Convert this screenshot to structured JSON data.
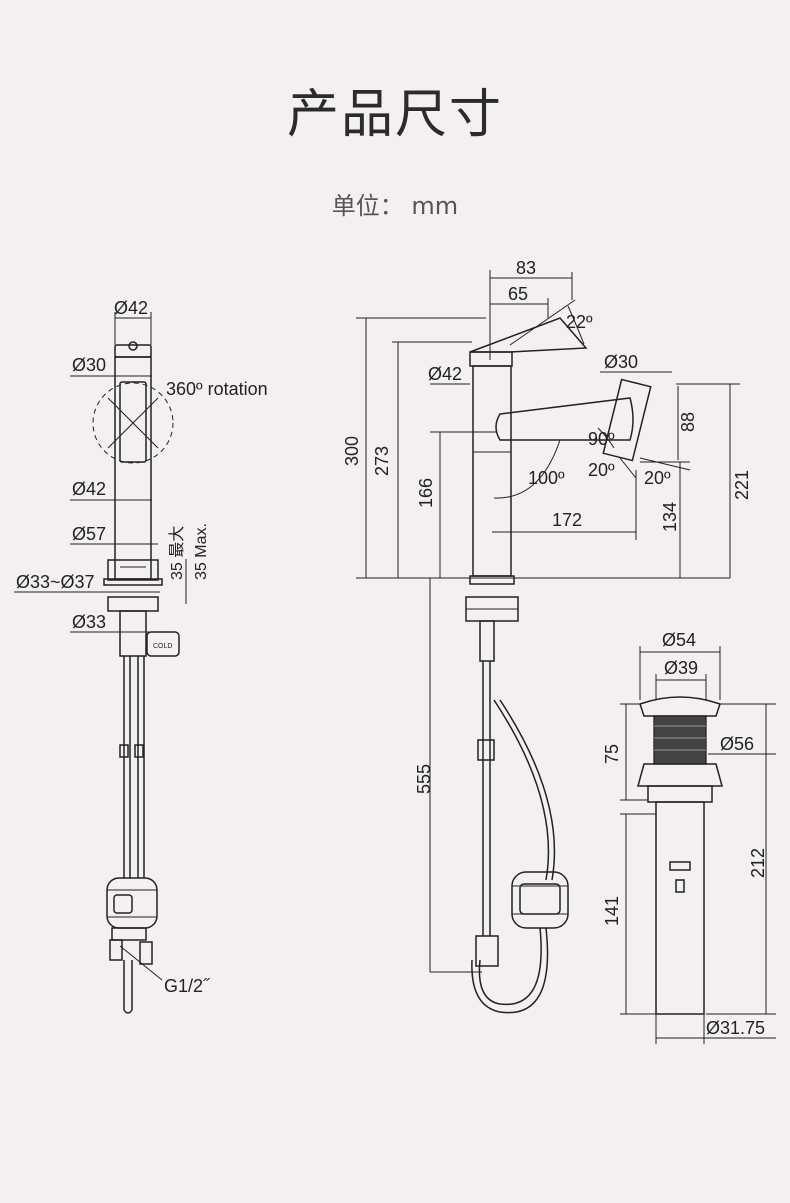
{
  "title": "产品尺寸",
  "unit": "单位： mm",
  "left_view": {
    "d42_top": "Ø42",
    "d30": "Ø30",
    "rotation": "360º rotation",
    "d42_mid": "Ø42",
    "d57": "Ø57",
    "d33_37": "Ø33~Ø37",
    "d33": "Ø33",
    "max_cn": "35 最大",
    "max_en": "35 Max.",
    "thread": "G1/2˝",
    "cold": "COLD"
  },
  "center_view": {
    "w83": "83",
    "w65": "65",
    "a22": "22º",
    "d30": "Ø30",
    "d42": "Ø42",
    "h300": "300",
    "h273": "273",
    "h166": "166",
    "a90": "90º",
    "a100": "100º",
    "a20a": "20º",
    "a20b": "20º",
    "w172": "172",
    "h88": "88",
    "h134": "134",
    "h221": "221",
    "h555": "555"
  },
  "drain_view": {
    "d54": "Ø54",
    "d39": "Ø39",
    "h75": "75",
    "d56": "Ø56",
    "h212": "212",
    "h141": "141",
    "d3175": "Ø31.75"
  }
}
